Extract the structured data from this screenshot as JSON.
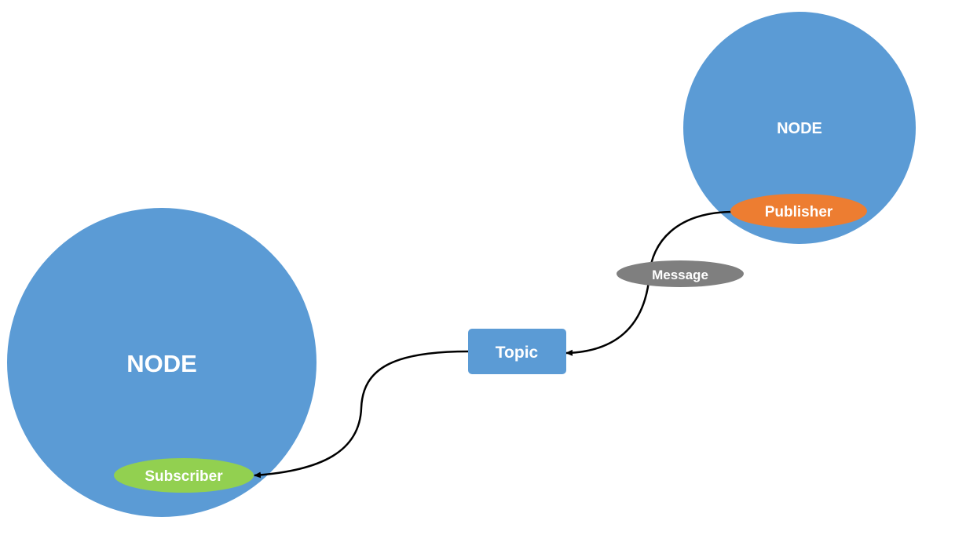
{
  "diagram": {
    "nodes": [
      {
        "id": "node-subscriber",
        "label": "NODE",
        "color": "#5b9bd5"
      },
      {
        "id": "node-publisher",
        "label": "NODE",
        "color": "#5b9bd5"
      }
    ],
    "subscriber": {
      "label": "Subscriber",
      "color": "#92d050"
    },
    "publisher": {
      "label": "Publisher",
      "color": "#ed7d31"
    },
    "message": {
      "label": "Message",
      "color": "#7f7f7f"
    },
    "topic": {
      "label": "Topic",
      "color": "#5b9bd5"
    },
    "edges": [
      {
        "from": "publisher",
        "to": "topic",
        "via": "message"
      },
      {
        "from": "topic",
        "to": "subscriber"
      }
    ],
    "line_color": "#000000"
  }
}
